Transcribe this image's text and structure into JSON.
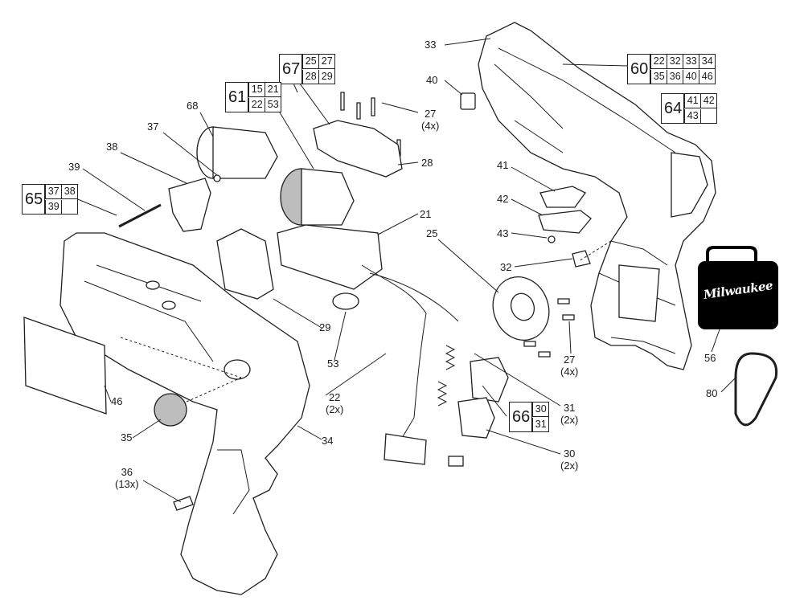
{
  "callouts": [
    {
      "id": "c33",
      "text": "33"
    },
    {
      "id": "c40",
      "text": "40"
    },
    {
      "id": "c27a",
      "text": "27",
      "qty": "(4x)"
    },
    {
      "id": "c28",
      "text": "28"
    },
    {
      "id": "c68",
      "text": "68"
    },
    {
      "id": "c37",
      "text": "37"
    },
    {
      "id": "c38",
      "text": "38"
    },
    {
      "id": "c39",
      "text": "39"
    },
    {
      "id": "c41",
      "text": "41"
    },
    {
      "id": "c42",
      "text": "42"
    },
    {
      "id": "c43",
      "text": "43"
    },
    {
      "id": "c21",
      "text": "21"
    },
    {
      "id": "c25",
      "text": "25"
    },
    {
      "id": "c32",
      "text": "32"
    },
    {
      "id": "c29",
      "text": "29"
    },
    {
      "id": "c53",
      "text": "53"
    },
    {
      "id": "c27b",
      "text": "27",
      "qty": "(4x)"
    },
    {
      "id": "c56",
      "text": "56"
    },
    {
      "id": "c22",
      "text": "22",
      "qty": "(2x)"
    },
    {
      "id": "c31",
      "text": "31",
      "qty": "(2x)"
    },
    {
      "id": "c80",
      "text": "80"
    },
    {
      "id": "c46",
      "text": "46"
    },
    {
      "id": "c35",
      "text": "35"
    },
    {
      "id": "c34",
      "text": "34"
    },
    {
      "id": "c30",
      "text": "30",
      "qty": "(2x)"
    },
    {
      "id": "c36",
      "text": "36",
      "qty": "(13x)"
    }
  ],
  "kits": [
    {
      "id": "k67",
      "num": "67",
      "cols": 2,
      "cells": [
        "25",
        "27",
        "28",
        "29"
      ]
    },
    {
      "id": "k61",
      "num": "61",
      "cols": 2,
      "cells": [
        "15",
        "21",
        "22",
        "53"
      ]
    },
    {
      "id": "k65",
      "num": "65",
      "cols": 2,
      "cells": [
        "37",
        "38",
        "39",
        ""
      ]
    },
    {
      "id": "k60",
      "num": "60",
      "cols": 4,
      "cells": [
        "22",
        "32",
        "33",
        "34",
        "35",
        "36",
        "40",
        "46"
      ]
    },
    {
      "id": "k64",
      "num": "64",
      "cols": 2,
      "cells": [
        "41",
        "42",
        "43",
        ""
      ]
    },
    {
      "id": "k66",
      "num": "66",
      "cols": 1,
      "cells": [
        "30",
        "31"
      ]
    }
  ],
  "logo": {
    "text": "Milwaukee",
    "color": "#000000"
  }
}
